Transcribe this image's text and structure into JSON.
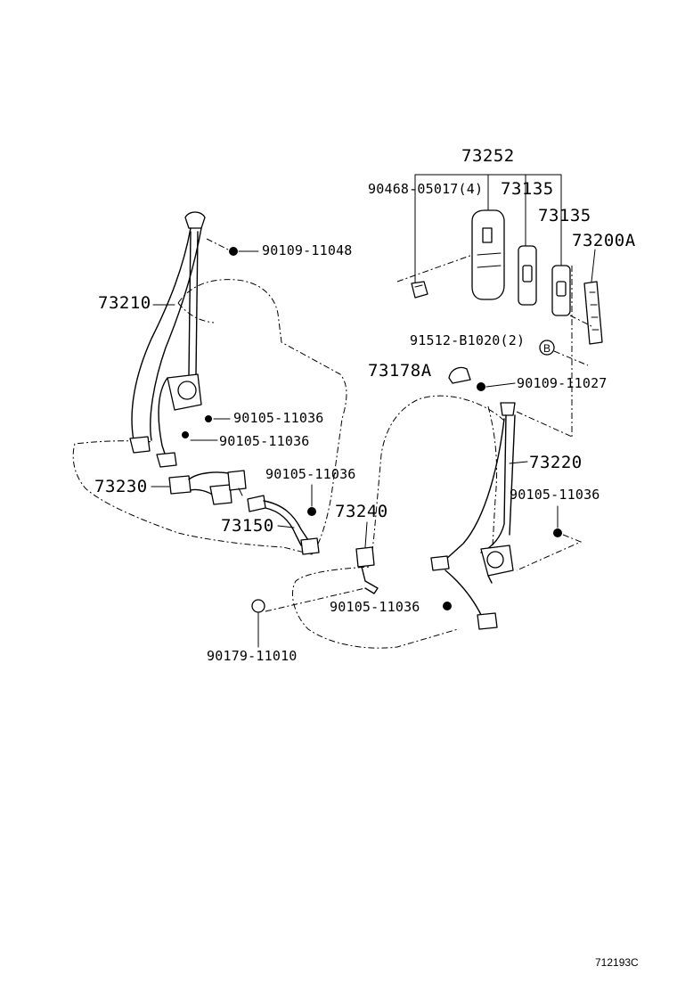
{
  "labels": {
    "p73252": "73252",
    "p90468_05017": "90468-05017(4)",
    "p73135_a": "73135",
    "p73135_b": "73135",
    "p73200A": "73200A",
    "p90109_11048": "90109-11048",
    "p73210": "73210",
    "p91512_B1020": "91512-B1020(2)",
    "p73178A": "73178A",
    "p90109_11027": "90109-11027",
    "p90105_11036_a": "90105-11036",
    "p90105_11036_b": "90105-11036",
    "p73220": "73220",
    "p73230": "73230",
    "p90105_11036_c": "90105-11036",
    "p90105_11036_d": "90105-11036",
    "p73240": "73240",
    "p73150": "73150",
    "p90105_11036_e": "90105-11036",
    "p90179_11010": "90179-11010"
  },
  "callout_letter": "B",
  "diagram_code": "712193C"
}
